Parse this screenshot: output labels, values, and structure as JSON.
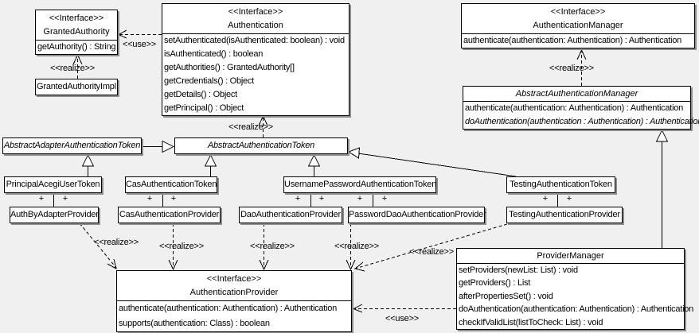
{
  "colors": {
    "background": "#f0f0f0",
    "box_fill": "#ffffff",
    "line": "#000000",
    "shadow": "#8e8e8e"
  },
  "labels": {
    "use": "<<use>>",
    "realize": "<<realize>>",
    "plus": "+"
  },
  "classes": {
    "grantedAuthority": {
      "stereotype": "<<Interface>>",
      "name": "GrantedAuthority",
      "methods": [
        "getAuthority() : String"
      ]
    },
    "grantedAuthorityImpl": {
      "name": "GrantedAuthorityImpl"
    },
    "authentication": {
      "stereotype": "<<Interface>>",
      "name": "Authentication",
      "methods": [
        "setAuthenticated(isAuthenticated: boolean) : void",
        "isAuthenticated() : boolean",
        "getAuthorities() : GrantedAuthority[]",
        "getCredentials() : Object",
        "getDetails() : Object",
        "getPrincipal() : Object"
      ]
    },
    "authenticationManager": {
      "stereotype": "<<Interface>>",
      "name": "AuthenticationManager",
      "methods": [
        "authenticate(authentication: Authentication) : Authentication"
      ]
    },
    "abstractAuthenticationManager": {
      "name": "AbstractAuthenticationManager",
      "methods": [
        "authenticate(authentication: Authentication) : Authentication",
        "doAuthentication(authentication : Authentication) : Authentication"
      ]
    },
    "abstractAdapterAuthenticationToken": {
      "name": "AbstractAdapterAuthenticationToken"
    },
    "abstractAuthenticationToken": {
      "name": "AbstractAuthenticationToken"
    },
    "principalAcegiUserToken": {
      "name": "PrincipalAcegiUserToken"
    },
    "casAuthenticationToken": {
      "name": "CasAuthenticationToken"
    },
    "usernamePasswordAuthenticationToken": {
      "name": "UsernamePasswordAuthenticationToken"
    },
    "testingAuthenticationToken": {
      "name": "TestingAuthenticationToken"
    },
    "authByAdapterProvider": {
      "name": "AuthByAdapterProvider"
    },
    "casAuthenticationProvider": {
      "name": "CasAuthenticationProvider"
    },
    "daoAuthenticationProvider": {
      "name": "DaoAuthenticationProvider"
    },
    "passwordDaoAuthenticationProvider": {
      "name": "PasswordDaoAuthenticationProvider"
    },
    "testingAuthenticationProvider": {
      "name": "TestingAuthenticationProvider"
    },
    "providerManager": {
      "name": "ProviderManager",
      "methods": [
        "setProviders(newList: List) : void",
        "getProviders() : List",
        "afterPropertiesSet() : void",
        "doAuthentication(authentication: Authentication) : Authentication",
        "checkIfValidList(listToCheck: List) : void"
      ]
    },
    "authenticationProvider": {
      "stereotype": "<<Interface>>",
      "name": "AuthenticationProvider",
      "methods": [
        "authenticate(authentication: Authentication) : Authentication",
        "supports(authentication: Class) : boolean"
      ]
    }
  }
}
